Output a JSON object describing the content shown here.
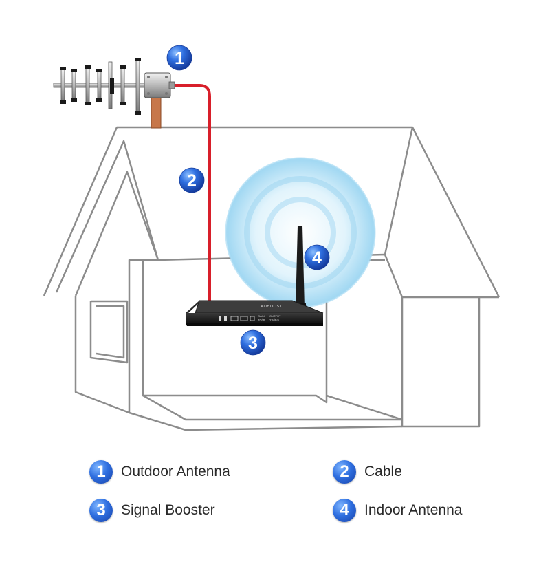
{
  "colors": {
    "house_outline": "#8c8c8c",
    "cable": "#d81f2a",
    "badge": "#2f6fe0",
    "signal_wave": "#7ec8ef",
    "booster_body": "#222222"
  },
  "booster": {
    "brand": "AOBOOST",
    "gain_label": "GAIN",
    "gain_value": "70dB",
    "output_label": "OUTPUT",
    "output_value": "23dBm"
  },
  "callouts": [
    {
      "number": "1",
      "label": "Outdoor Antenna"
    },
    {
      "number": "2",
      "label": "Cable"
    },
    {
      "number": "3",
      "label": "Signal Booster"
    },
    {
      "number": "4",
      "label": "Indoor Antenna"
    }
  ]
}
